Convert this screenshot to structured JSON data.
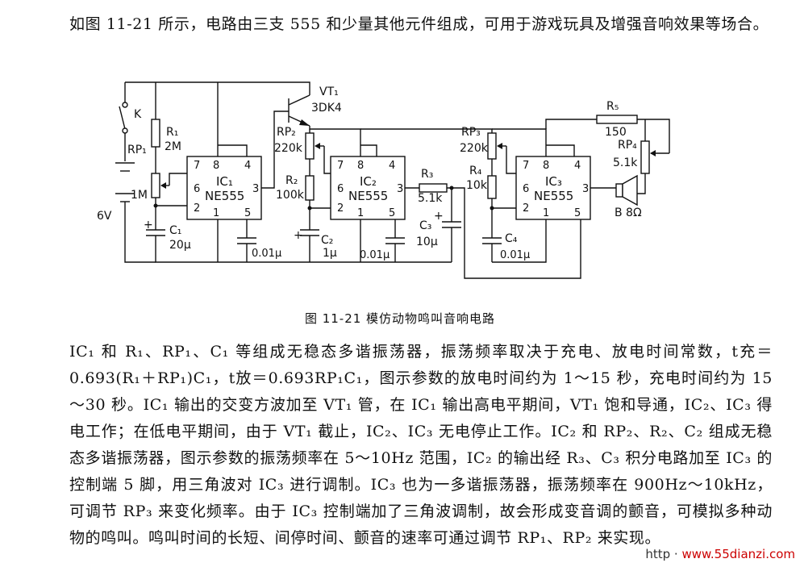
{
  "intro_text": "如图 11-21 所示，电路由三支 555 和少量其他元件组成，可用于游戏玩具及增强音响效果等场合。",
  "caption": "图 11-21   模仿动物鸣叫音响电路",
  "body_text": "IC₁ 和 R₁、RP₁、C₁ 等组成无稳态多谐振荡器，振荡频率取决于充电、放电时间常数，t充＝0.693(R₁＋RP₁)C₁，t放＝0.693RP₁C₁，图示参数的放电时间约为 1～15 秒，充电时间约为 15～30 秒。IC₁ 输出的交变方波加至 VT₁ 管，在 IC₁ 输出高电平期间，VT₁ 饱和导通，IC₂、IC₃ 得电工作；在低电平期间，由于 VT₁ 截止，IC₂、IC₃ 无电停止工作。IC₂ 和 RP₂、R₂、C₂ 组成无稳态多谐振荡器，图示参数的振荡频率在 5～10Hz 范围，IC₂ 的输出经 R₃、C₃ 积分电路加至 IC₃ 的控制端 5 脚，用三角波对 IC₃ 进行调制。IC₃ 也为一多谐振荡器，振荡频率在 900Hz～10kHz，可调节 RP₃ 来变化频率。由于 IC₃ 控制端加了三角波调制，故会形成变音调的颤音，可模拟多种动物的鸣叫。鸣叫时间的长短、间停时间、颤音的速率可通过调节 RP₁、RP₂ 来实现。",
  "watermark": {
    "prefix": "http",
    "site": "www.55dianzi.com"
  },
  "labels": {
    "K": "K",
    "R1": "R₁",
    "R1v": "2M",
    "RP1": "RP₁",
    "RP1v": "1M",
    "bat": "6V",
    "C1": "C₁",
    "C1v": "20μ",
    "IC1": "IC₁",
    "chip": "NE555",
    "cap001": "0.01μ",
    "VT1": "VT₁",
    "VT1v": "3DK4",
    "RP2": "RP₂",
    "RP2v": "220k",
    "R2": "R₂",
    "R2v": "100k",
    "C2": "C₂",
    "C2v": "1μ",
    "IC2": "IC₂",
    "R3": "R₃",
    "R3v": "5.1k",
    "C3": "C₃",
    "C3v": "10μ",
    "RP3": "RP₃",
    "RP3v": "220k",
    "R4": "R₄",
    "R4v": "10k",
    "C4": "C₄",
    "IC3": "IC₃",
    "R5": "R₅",
    "R5v": "150",
    "RP4": "RP₄",
    "RP4v": "5.1k",
    "spk": "B 8Ω",
    "p1": "1",
    "p2": "2",
    "p3": "3",
    "p4": "4",
    "p5": "5",
    "p6": "6",
    "p7": "7",
    "p8": "8"
  }
}
